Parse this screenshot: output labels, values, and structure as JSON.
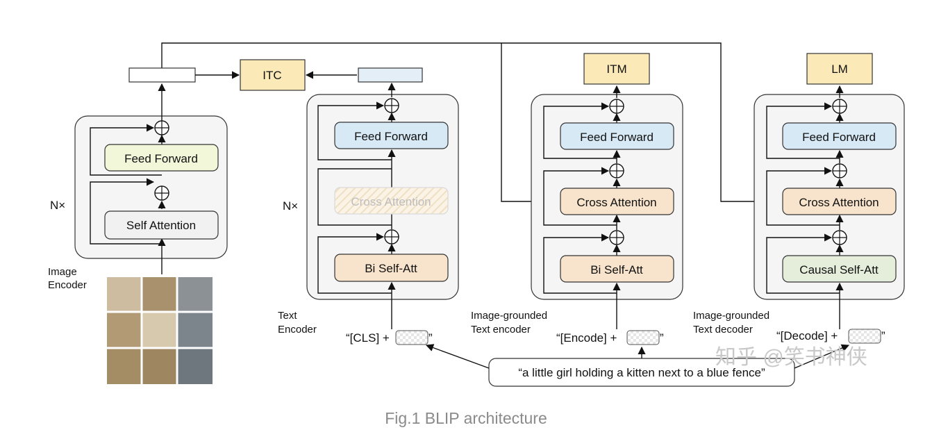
{
  "image_encoder": {
    "feed_forward": "Feed Forward",
    "self_attention": "Self Attention",
    "repeat_label": "N×",
    "caption_line1": "Image",
    "caption_line2": "Encoder"
  },
  "itc_label": "ITC",
  "text_encoder": {
    "feed_forward": "Feed Forward",
    "cross_attention": "Cross Attention",
    "self_att": "Bi Self-Att",
    "repeat_label": "N×",
    "caption_line1": "Text",
    "caption_line2": "Encoder",
    "input_prefix": "“[CLS] +",
    "input_suffix": "”"
  },
  "grounded_encoder": {
    "head_label": "ITM",
    "feed_forward": "Feed Forward",
    "cross_attention": "Cross Attention",
    "self_att": "Bi Self-Att",
    "caption_line1": "Image-grounded",
    "caption_line2": "Text encoder",
    "input_prefix": "“[Encode] +",
    "input_suffix": "”"
  },
  "grounded_decoder": {
    "head_label": "LM",
    "feed_forward": "Feed Forward",
    "cross_attention": "Cross Attention",
    "self_att": "Causal Self-Att",
    "caption_line1": "Image-grounded",
    "caption_line2": "Text decoder",
    "input_prefix": "“[Decode] +",
    "input_suffix": "”"
  },
  "text_input": "“a little girl holding a kitten next to a blue fence”",
  "watermark": "知乎 @笑书神侠",
  "figure_caption": "Fig.1 BLIP architecture",
  "colors": {
    "head_fill": "#fbe9b7",
    "feed_forward_image": "#f3f7d9",
    "feed_forward_text": "#d6e9f5",
    "self_attention_image": "#f1f1f1",
    "attention_text": "#f8e4cc",
    "causal": "#e5eedb",
    "panel": "#f5f5f5"
  }
}
